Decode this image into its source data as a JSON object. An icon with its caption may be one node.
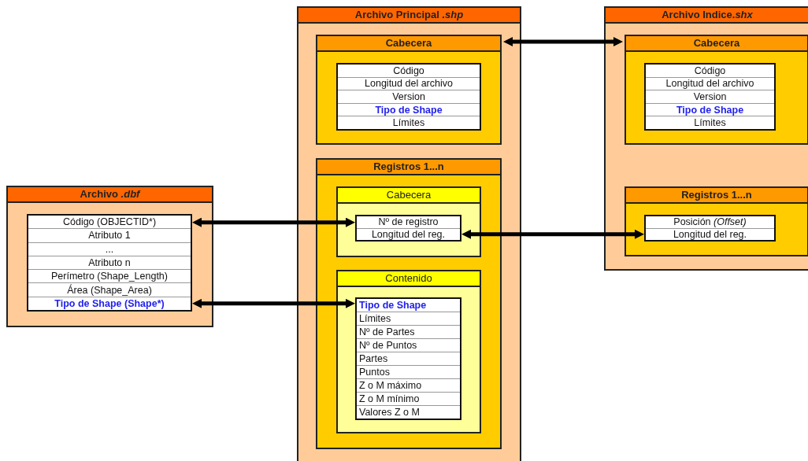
{
  "diagram": {
    "nodes": [
      {
        "text": [
          "Archivo Principal *.shp*"
        ]
      },
      {
        "text": [
          "Cabecera"
        ],
        "in": 0
      },
      {
        "text": [
          "Código"
        ],
        "in": 1
      },
      {
        "text": [
          "Longitud del archivo"
        ],
        "in": 1
      },
      {
        "text": [
          "Version"
        ],
        "in": 1
      },
      {
        "text": [
          "Tipo de Shape"
        ],
        "in": 1
      },
      {
        "text": [
          "Límites"
        ],
        "in": 1
      },
      {
        "text": [
          "Registros 1...n"
        ],
        "in": 0
      },
      {
        "text": [
          "Cabecera"
        ],
        "in": 7
      },
      {
        "text": [
          "Nº de registro"
        ],
        "in": 8
      },
      {
        "text": [
          "Longitud del reg."
        ],
        "in": 8
      },
      {
        "text": [
          "Contenido"
        ],
        "in": 7
      },
      {
        "text": [
          "Tipo de Shape"
        ],
        "in": 11
      },
      {
        "text": [
          "Límites"
        ],
        "in": 11
      },
      {
        "text": [
          "Nº de Partes"
        ],
        "in": 11
      },
      {
        "text": [
          "Nº de Puntos"
        ],
        "in": 11
      },
      {
        "text": [
          "Partes"
        ],
        "in": 11
      },
      {
        "text": [
          "Puntos"
        ],
        "in": 11
      },
      {
        "text": [
          "Z o M máximo"
        ],
        "in": 11
      },
      {
        "text": [
          "Z o M mínimo"
        ],
        "in": 11
      },
      {
        "text": [
          "Valores Z o M"
        ],
        "in": 11
      },
      {
        "text": [
          "Archivo Indice.*shx*"
        ]
      },
      {
        "text": [
          "Cabecera"
        ],
        "in": 21
      },
      {
        "text": [
          "Código"
        ],
        "in": 22
      },
      {
        "text": [
          "Longitud del archivo"
        ],
        "in": 22
      },
      {
        "text": [
          "Version"
        ],
        "in": 22
      },
      {
        "text": [
          "Tipo de Shape"
        ],
        "in": 22
      },
      {
        "text": [
          "Límites"
        ],
        "in": 22
      },
      {
        "text": [
          "Registros 1...n"
        ],
        "in": 21
      },
      {
        "text": [
          "Posición *(Offset)*"
        ],
        "in": 28
      },
      {
        "text": [
          "Longitud del reg."
        ],
        "in": 28
      },
      {
        "text": [
          "Archivo *.dbf*"
        ]
      },
      {
        "text": [
          "Código (OBJECTID*)"
        ],
        "in": 31
      },
      {
        "text": [
          "Atributo 1"
        ],
        "in": 31
      },
      {
        "text": [
          "..."
        ],
        "in": 31
      },
      {
        "text": [
          "Atributo n"
        ],
        "in": 31
      },
      {
        "text": [
          "Perímetro (Shape_Length)"
        ],
        "in": 31
      },
      {
        "text": [
          "Área (Shape_Area)"
        ],
        "in": 31
      },
      {
        "text": [
          "Tipo de Shape (Shape*)"
        ],
        "in": 31
      }
    ],
    "edges": [
      {
        "from": 1,
        "to": 22,
        "arrow": "both"
      },
      {
        "from": 32,
        "to": 9,
        "arrow": "both"
      },
      {
        "from": 10,
        "to": 30,
        "arrow": "both"
      },
      {
        "from": 38,
        "to": 12,
        "arrow": "both"
      }
    ]
  }
}
